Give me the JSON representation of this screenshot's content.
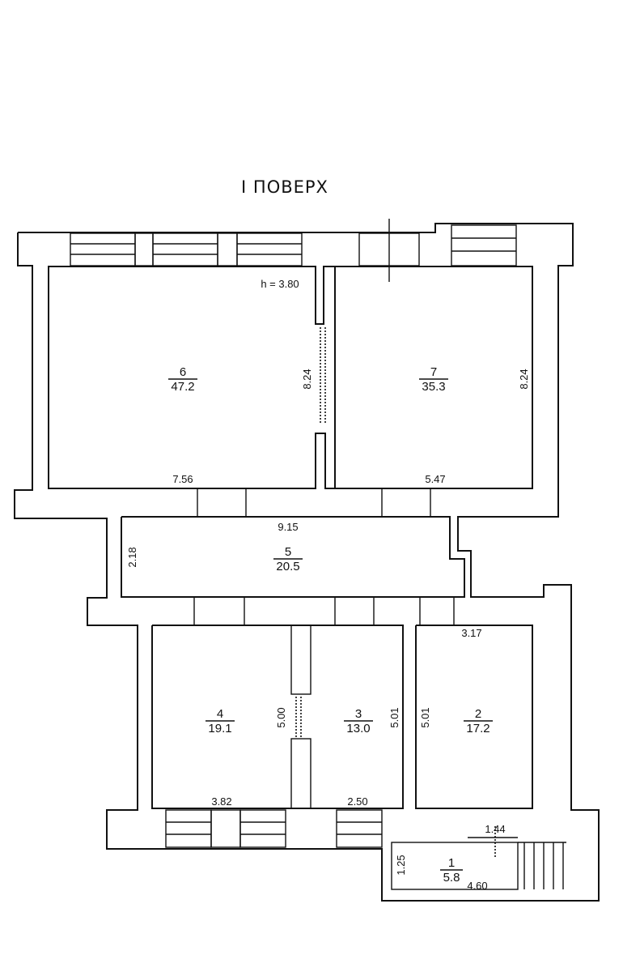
{
  "title": "I ПОВЕРХ",
  "ceiling_height": "h = 3.80",
  "rooms": [
    {
      "number": "1",
      "area": "5.8"
    },
    {
      "number": "2",
      "area": "17.2"
    },
    {
      "number": "3",
      "area": "13.0"
    },
    {
      "number": "4",
      "area": "19.1"
    },
    {
      "number": "5",
      "area": "20.5"
    },
    {
      "number": "6",
      "area": "47.2"
    },
    {
      "number": "7",
      "area": "35.3"
    }
  ],
  "dimensions": {
    "r6_width": "7.56",
    "r6_length": "8.24",
    "r7_width": "5.47",
    "r7_length": "8.24",
    "r5_width": "9.15",
    "r5_length": "2.18",
    "r4_width": "3.82",
    "r4_length": "5.00",
    "r3_width": "2.50",
    "r3_length": "5.01",
    "r2_width": "3.17",
    "r2_length": "5.01",
    "r1_width": "4.60",
    "r1_length": "1.25",
    "stair_width": "1.44"
  }
}
